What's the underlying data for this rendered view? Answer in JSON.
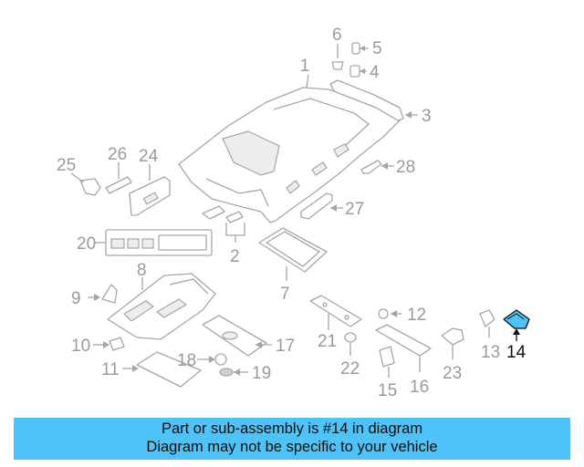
{
  "diagram": {
    "highlight_color": "#4fc3f7",
    "callouts": {
      "c1": "1",
      "c2": "2",
      "c3": "3",
      "c4": "4",
      "c5": "5",
      "c6": "6",
      "c7": "7",
      "c8": "8",
      "c9": "9",
      "c10": "10",
      "c11": "11",
      "c12": "12",
      "c13": "13",
      "c14": "14",
      "c15": "15",
      "c16": "16",
      "c17": "17",
      "c18": "18",
      "c19": "19",
      "c20": "20",
      "c21": "21",
      "c22": "22",
      "c23": "23",
      "c24": "24",
      "c25": "25",
      "c26": "26",
      "c27": "27",
      "c28": "28"
    }
  },
  "banner": {
    "line1": "Part or sub-assembly is #14 in diagram",
    "line2": "Diagram may not be specific to your vehicle",
    "background": "#4fc3f7"
  }
}
